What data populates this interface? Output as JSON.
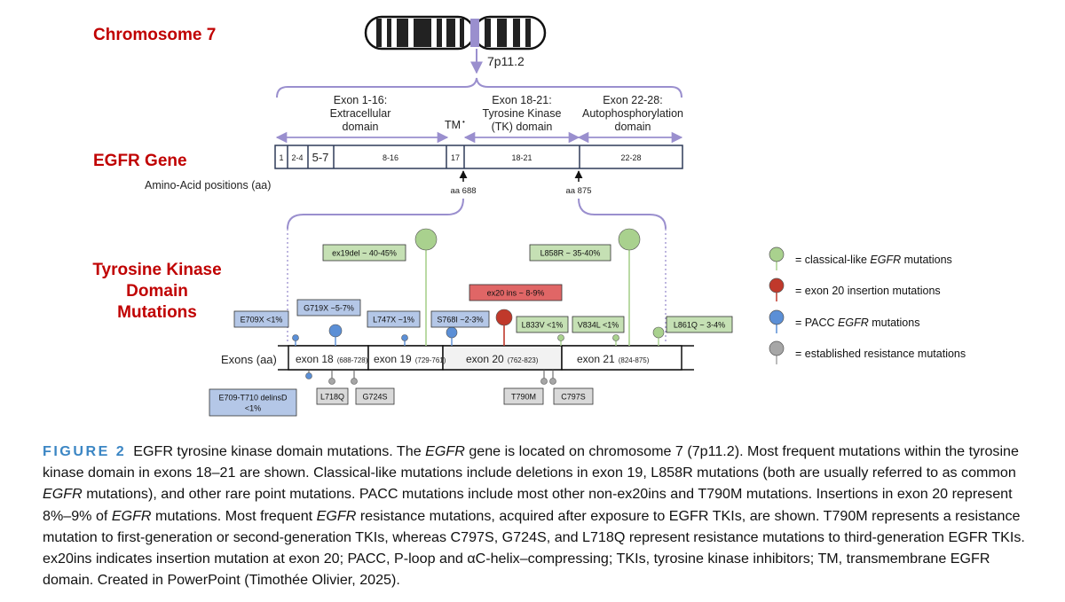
{
  "labels": {
    "chromosome": "Chromosome 7",
    "band": "7p11.2",
    "gene": "EGFR Gene",
    "aa_positions": "Amino-Acid positions (aa)",
    "tk_title_1": "Tyrosine Kinase",
    "tk_title_2": "Domain",
    "tk_title_3": "Mutations",
    "exons_aa": "Exons (aa)"
  },
  "domains": {
    "extracellular": [
      "Exon 1-16:",
      "Extracellular",
      "domain"
    ],
    "tm": "TM",
    "tk": [
      "Exon 18-21:",
      "Tyrosine Kinase",
      "(TK) domain"
    ],
    "auto": [
      "Exon 22-28:",
      "Autophosphorylation",
      "domain"
    ]
  },
  "gene_segments": [
    "1",
    "2-4",
    "5-7",
    "8-16",
    "17",
    "18-21",
    "22-28"
  ],
  "aa_markers": [
    "aa 688",
    "aa 875"
  ],
  "exon_segments": [
    {
      "name": "exon 18",
      "range": "(688-728)"
    },
    {
      "name": "exon 19",
      "range": "(729-761)"
    },
    {
      "name": "exon 20",
      "range": "(762-823)"
    },
    {
      "name": "exon 21",
      "range": "(824-875)"
    }
  ],
  "mutations_above": [
    {
      "label": "E709X <1%",
      "category": "pacc"
    },
    {
      "label": "G719X ~5-7%",
      "category": "pacc"
    },
    {
      "label": "L747X ~1%",
      "category": "pacc"
    },
    {
      "label": "ex19del ~ 40-45%",
      "category": "classical"
    },
    {
      "label": "S768I ~2-3%",
      "category": "pacc"
    },
    {
      "label": "ex20 ins ~ 8-9%",
      "category": "ex20ins"
    },
    {
      "label": "L833V <1%",
      "category": "classical"
    },
    {
      "label": "V834L <1%",
      "category": "classical"
    },
    {
      "label": "L858R ~ 35-40%",
      "category": "classical"
    },
    {
      "label": "L861Q ~ 3-4%",
      "category": "classical"
    }
  ],
  "mutations_below": [
    {
      "label_lines": [
        "E709-T710 delinsD",
        "<1%"
      ],
      "category": "pacc"
    },
    {
      "label_lines": [
        "L718Q"
      ],
      "category": "resistance"
    },
    {
      "label_lines": [
        "G724S"
      ],
      "category": "resistance"
    },
    {
      "label_lines": [
        "T790M"
      ],
      "category": "resistance"
    },
    {
      "label_lines": [
        "C797S"
      ],
      "category": "resistance"
    }
  ],
  "legend": [
    {
      "category": "classical",
      "prefix": "= classical-like ",
      "italic": "EGFR",
      "suffix": " mutations"
    },
    {
      "category": "ex20ins",
      "prefix": "= exon 20 insertion mutations",
      "italic": "",
      "suffix": ""
    },
    {
      "category": "pacc",
      "prefix": "= PACC ",
      "italic": "EGFR",
      "suffix": " mutations"
    },
    {
      "category": "resistance",
      "prefix": "= established resistance mutations",
      "italic": "",
      "suffix": ""
    }
  ],
  "colors": {
    "classical_fill": "#a9d18e",
    "classical_box": "#c5e0b4",
    "ex20ins_fill": "#c0392b",
    "ex20ins_box": "#e06666",
    "pacc_fill": "#5b8fd6",
    "pacc_box": "#b4c7e7",
    "resistance_fill": "#a6a6a6",
    "resistance_box": "#d9d9d9",
    "title_red": "#c00000",
    "brace_purple": "#9a8fce",
    "gene_border": "#2f3b58",
    "caption_label": "#3b86c4"
  },
  "caption": {
    "label": "FIGURE 2",
    "parts": [
      {
        "t": "EGFR tyrosine kinase domain mutations. The "
      },
      {
        "t": "EGFR",
        "i": true
      },
      {
        "t": " gene is located on chromosome 7 (7p11.2). Most frequent mutations within the tyrosine kinase domain in exons 18–21 are shown. Classical-like mutations include deletions in exon 19, L858R mutations (both are usually referred to as common "
      },
      {
        "t": "EGFR",
        "i": true
      },
      {
        "t": " mutations), and other rare point mutations. PACC mutations include most other non-ex20ins and T790M mutations. Insertions in exon 20 represent 8%–9% of "
      },
      {
        "t": "EGFR",
        "i": true
      },
      {
        "t": " mutations. Most frequent "
      },
      {
        "t": "EGFR",
        "i": true
      },
      {
        "t": " resistance mutations, acquired after exposure to EGFR TKIs, are shown. T790M represents a resistance mutation to first-generation or second-generation TKIs, whereas C797S, G724S, and L718Q represent resistance mutations to third-generation EGFR TKIs. ex20ins indicates insertion mutation at exon 20; PACC, P-loop and αC-helix–compressing; TKIs, tyrosine kinase inhibitors; TM, transmembrane EGFR domain. Created in PowerPoint (Timothée Olivier, 2025)."
      }
    ]
  }
}
